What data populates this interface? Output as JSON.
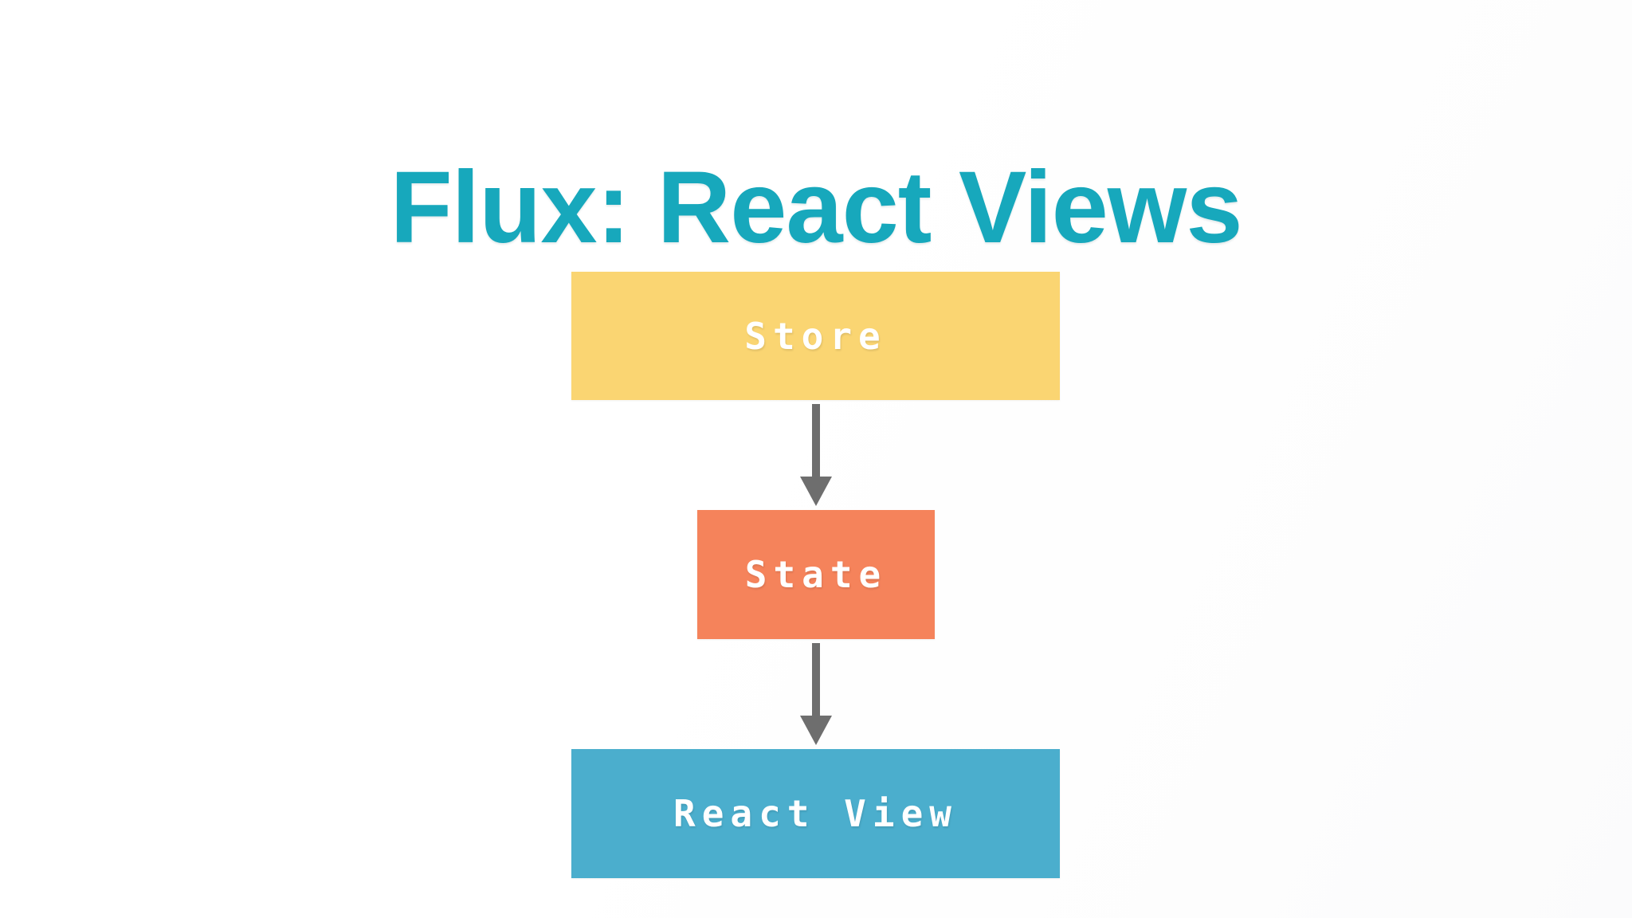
{
  "title": "Flux: React Views",
  "diagram": {
    "nodes": [
      {
        "id": "store",
        "label": "Store",
        "color": "#FAD572"
      },
      {
        "id": "state",
        "label": "State",
        "color": "#F5835B"
      },
      {
        "id": "react-view",
        "label": "React View",
        "color": "#4BAECD"
      }
    ],
    "edges": [
      {
        "from": "store",
        "to": "state"
      },
      {
        "from": "state",
        "to": "react-view"
      }
    ],
    "arrow_color": "#6E6E6E"
  },
  "colors": {
    "title_text": "#17A8BC",
    "node_label_text": "#FFFFFF",
    "background": "#FFFFFF"
  }
}
